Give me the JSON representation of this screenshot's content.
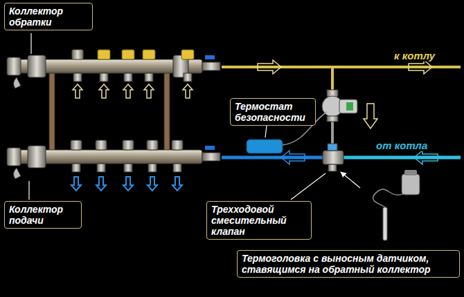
{
  "diagram": {
    "nodes": [
      {
        "text": [
          "Коллектор обратки"
        ]
      },
      {
        "text": [
          "Термостат безопасности"
        ]
      },
      {
        "text": [
          "Коллектор подачи"
        ]
      },
      {
        "text": [
          "Трехходовой смесительный клапан"
        ]
      },
      {
        "text": [
          "Термоголовка с выносным датчиком, ставящимся на обратный коллектор"
        ]
      }
    ],
    "labels": [
      "к котлу",
      "от котла"
    ]
  }
}
